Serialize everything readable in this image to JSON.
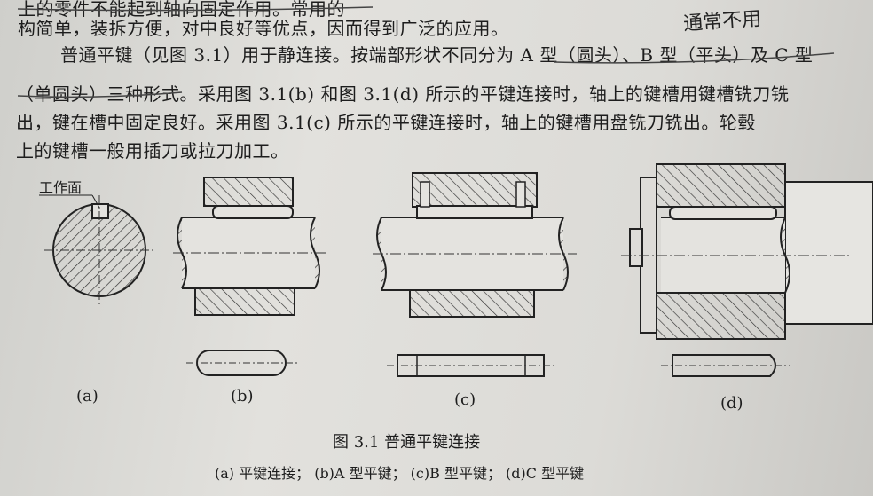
{
  "body_text": {
    "line0": "上的零件不能起到轴向固定作用。常用的",
    "line1": "构简单，装拆方便，对中良好等优点，因而得到广泛的应用。",
    "line2": "普通平键（见图 3.1）用于静连接。按端部形状不同分为 A 型（圆头）、B 型（平头）及 C 型",
    "line3": "（单圆头）三种形式。采用图 3.1(b) 和图 3.1(d) 所示的平键连接时，轴上的键槽用键槽铣刀铣",
    "line4": "出，键在槽中固定良好。采用图 3.1(c) 所示的平键连接时，轴上的键槽用盘铣刀铣出。轮毂",
    "line5": "上的键槽一般用插刀或拉刀加工。"
  },
  "handwritten_note": "通常不用",
  "figure": {
    "working_face_label": "工作面",
    "panel_labels": [
      "(a)",
      "(b)",
      "(c)",
      "(d)"
    ],
    "caption": "图 3.1   普通平键连接",
    "subcaption": "(a) 平键连接；  (b)A 型平键；  (c)B 型平键；  (d)C 型平键"
  }
}
